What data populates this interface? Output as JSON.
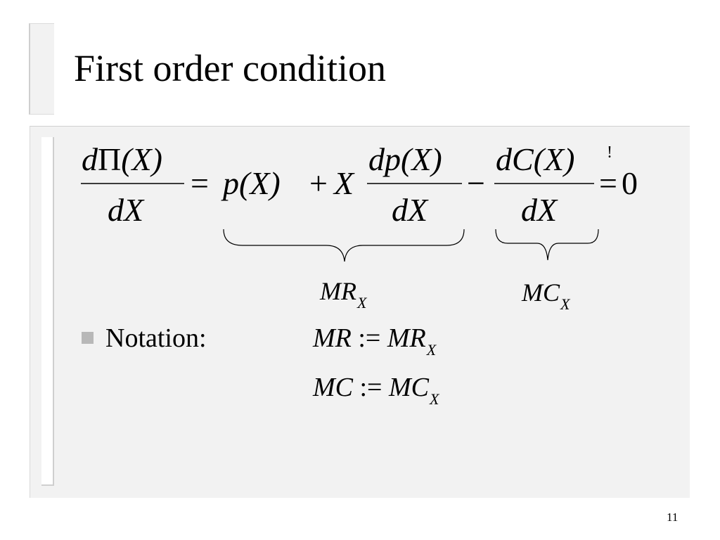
{
  "slide": {
    "title": "First order condition",
    "page_number": "11"
  },
  "equation": {
    "lhs_numerator_d": "d",
    "lhs_numerator_pi": "Π",
    "lhs_numerator_arg": "(X)",
    "lhs_denominator": "dX",
    "equals": "=",
    "term_p": "p",
    "term_p_arg": "(X)",
    "plus": "+",
    "term_x": "X",
    "dp_numerator": "dp",
    "dp_numerator_arg": "(X)",
    "dp_denominator": "dX",
    "minus": "−",
    "dc_numerator": "dC",
    "dc_numerator_arg": "(X)",
    "dc_denominator": "dX",
    "exclamation": "!",
    "rhs_equals": "=",
    "rhs_zero": "0",
    "brace_label_mr": "MR",
    "brace_label_mr_sub": "X",
    "brace_label_mc": "MC",
    "brace_label_mc_sub": "X"
  },
  "notation": {
    "label": "Notation:",
    "line1_lhs": "MR",
    "line1_op": " := ",
    "line1_rhs": "MR",
    "line1_sub": "X",
    "line2_lhs": "MC",
    "line2_op": " := ",
    "line2_rhs": "MC",
    "line2_sub": "X"
  }
}
